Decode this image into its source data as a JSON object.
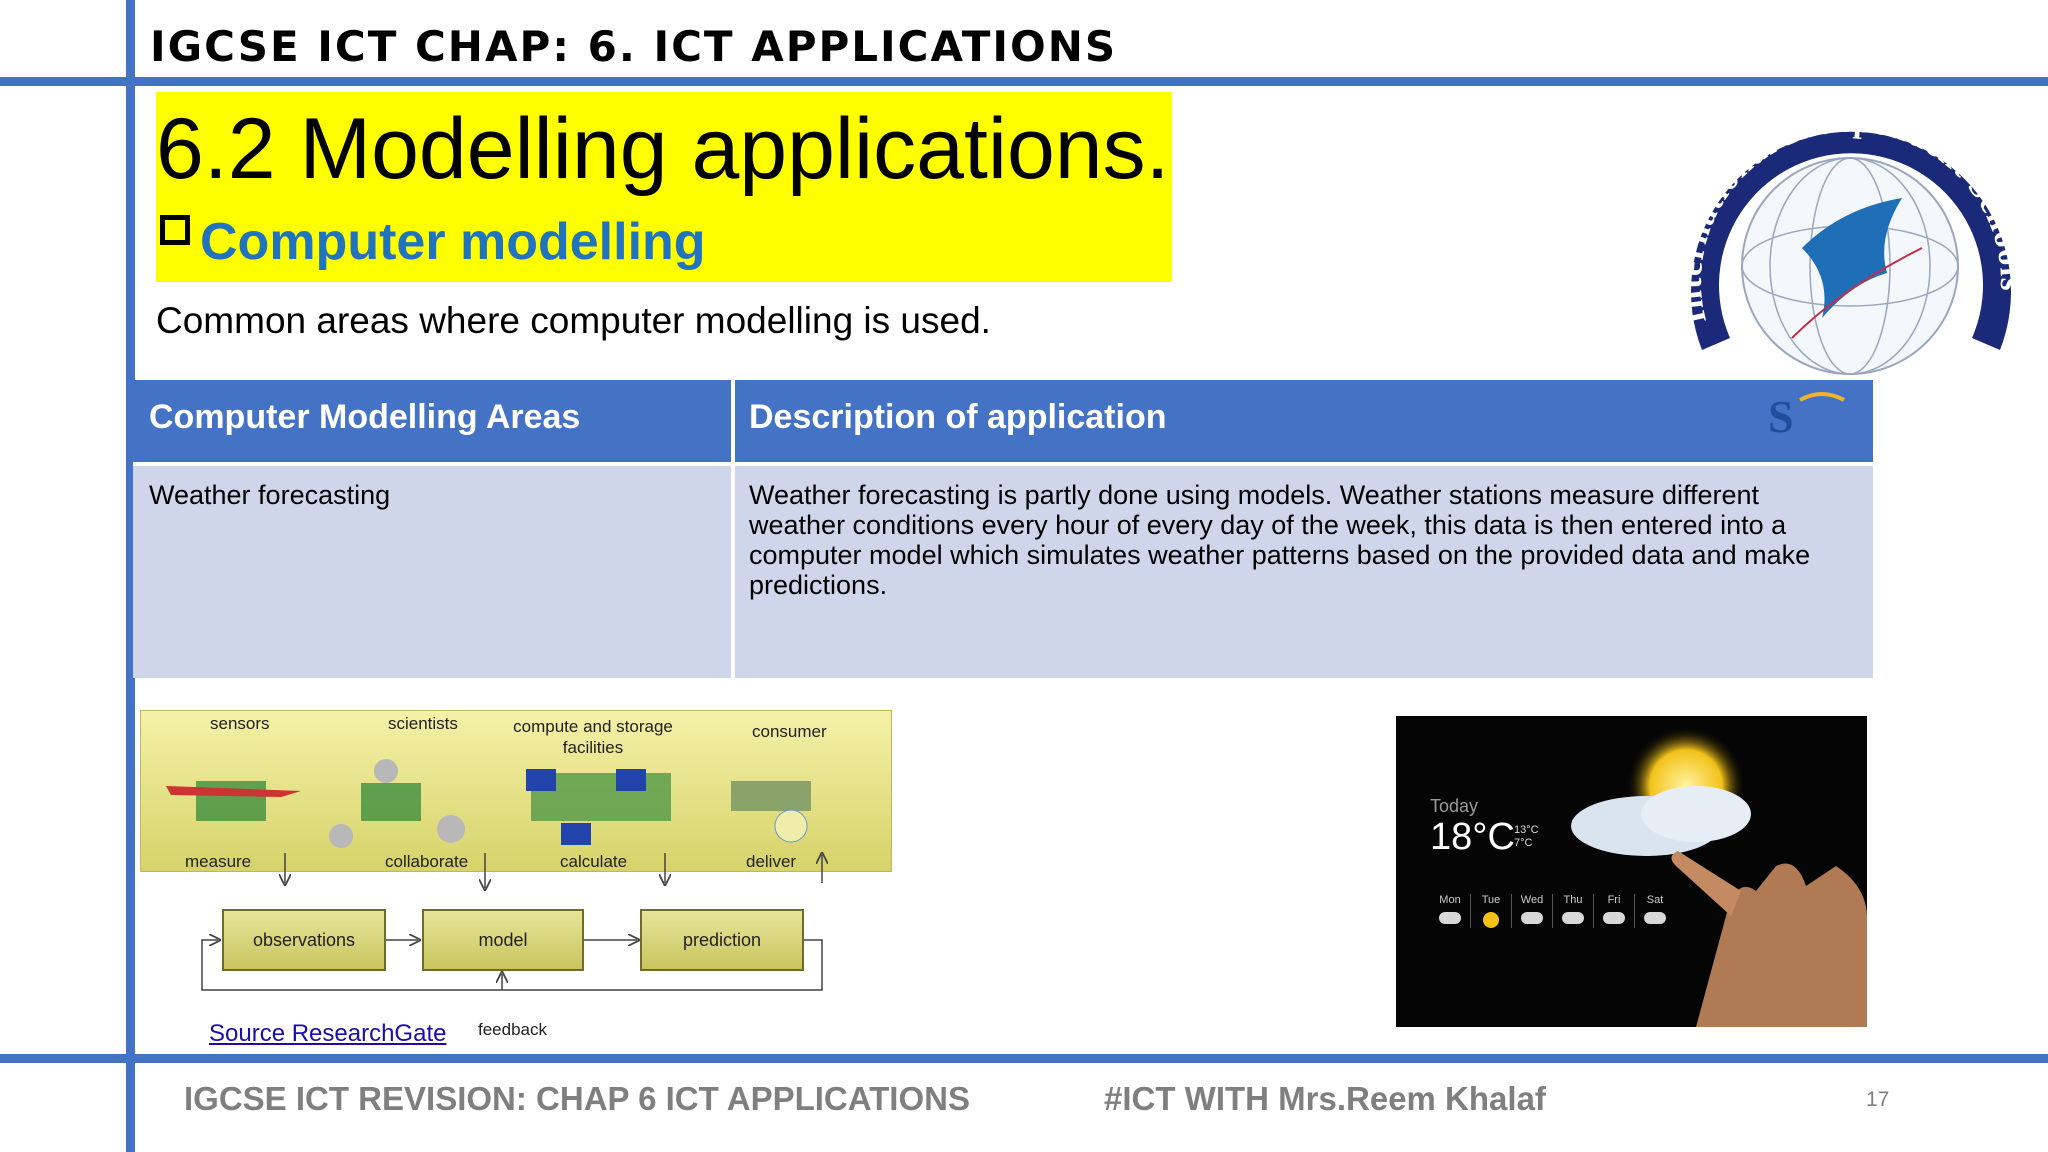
{
  "header": {
    "title": "IGCSE ICT CHAP: 6. ICT APPLICATIONS"
  },
  "slide": {
    "title": "6.2 Modelling applications.",
    "subtitle": "Computer modelling",
    "intro": "Common areas where computer modelling is used."
  },
  "table": {
    "headers": [
      "Computer Modelling Areas",
      "Description of application"
    ],
    "rows": [
      {
        "area": "Weather forecasting",
        "description": "Weather forecasting is partly done using models. Weather stations measure different weather conditions every hour of every day of the week, this data is then entered into a computer model which simulates weather patterns based on the provided data and make predictions."
      }
    ]
  },
  "diagram": {
    "top_labels": [
      "sensors",
      "scientists",
      "compute and storage facilities",
      "consumer"
    ],
    "action_labels": [
      "measure",
      "collaborate",
      "calculate",
      "deliver"
    ],
    "boxes": [
      "observations",
      "model",
      "prediction"
    ],
    "feedback": "feedback",
    "source_link": "Source ResearchGate"
  },
  "weather_widget": {
    "today": "Today",
    "temperature": "18°C",
    "high": "13°C",
    "low": "7°C",
    "days": [
      "Mon",
      "Tue",
      "Wed",
      "Thu",
      "Fri",
      "Sat"
    ]
  },
  "logo": {
    "text": "International Independent Schools",
    "initial": "S"
  },
  "footer": {
    "left": "IGCSE ICT REVISION: CHAP 6 ICT APPLICATIONS",
    "middle": "#ICT WITH Mrs.Reem Khalaf",
    "page_number": "17"
  },
  "colors": {
    "frame_blue": "#4472c4",
    "highlight_yellow": "#ffff00",
    "subtitle_blue": "#1f73bf",
    "row_fill": "#cfd5ea"
  }
}
